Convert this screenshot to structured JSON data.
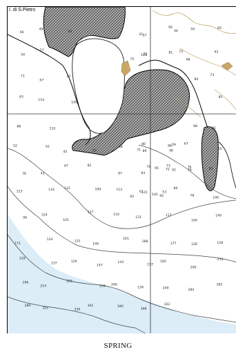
{
  "map": {
    "place_label": "I. di S.Pietro",
    "caption": "SPRING",
    "colors": {
      "sea": "#ffffff",
      "shallow_water": "#dcedf7",
      "land": "#ffffff",
      "hatch": "#555555",
      "coast": "#000000",
      "contour": "#444444",
      "grid": "#333333",
      "distant_coast": "#b89a5a"
    },
    "depth_soundings": [
      "66",
      "48",
      "64",
      "57",
      "44",
      "41",
      "95",
      "59",
      "83",
      "54",
      "57",
      "75",
      "74",
      "72",
      "108",
      "81",
      "68",
      "63",
      "71",
      "67",
      "87",
      "89",
      "96",
      "80",
      "88",
      "84",
      "73",
      "63",
      "114",
      "105",
      "95",
      "92",
      "83",
      "72",
      "76",
      "95",
      "86",
      "110",
      "93",
      "102",
      "89",
      "61",
      "53",
      "68",
      "85",
      "52",
      "52",
      "42",
      "52",
      "34",
      "71",
      "59",
      "67",
      "65",
      "76",
      "41",
      "67",
      "82",
      "87",
      "79",
      "73",
      "76",
      "81",
      "123",
      "116",
      "122",
      "109",
      "113",
      "121",
      "92",
      "78",
      "100",
      "96",
      "124",
      "101",
      "127",
      "110",
      "121",
      "117",
      "140",
      "149",
      "111",
      "133",
      "131",
      "149",
      "161",
      "188",
      "177",
      "126",
      "128",
      "129",
      "137",
      "129",
      "147",
      "143",
      "157",
      "160",
      "200",
      "211",
      "196",
      "214",
      "225",
      "234",
      "206",
      "234",
      "249",
      "284",
      "281",
      "289",
      "325",
      "330",
      "341",
      "346",
      "348",
      "332"
    ]
  }
}
